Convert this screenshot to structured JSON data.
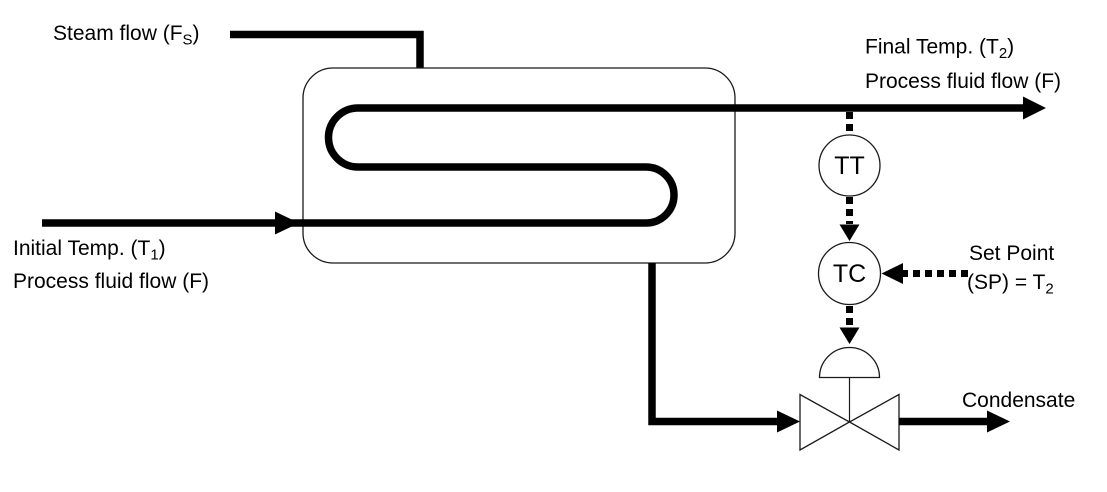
{
  "diagram": {
    "labels": {
      "steam_flow": {
        "pre": "Steam flow (F",
        "sub": "S",
        "post": ")"
      },
      "final_temp": {
        "pre": "Final Temp. (T",
        "sub": "2",
        "post": ")"
      },
      "process_fluid_out": "Process fluid flow (F)",
      "initial_temp": {
        "pre": "Initial Temp. (T",
        "sub": "1",
        "post": ")"
      },
      "process_fluid_in": "Process fluid flow (F)",
      "set_point": {
        "line1": "Set Point",
        "line2_pre": "(SP) = T",
        "line2_sub": "2"
      },
      "condensate": "Condensate"
    },
    "instruments": {
      "temperature_transmitter": "TT",
      "temperature_controller": "TC"
    },
    "colors": {
      "line": "#000000",
      "background": "#ffffff"
    }
  }
}
